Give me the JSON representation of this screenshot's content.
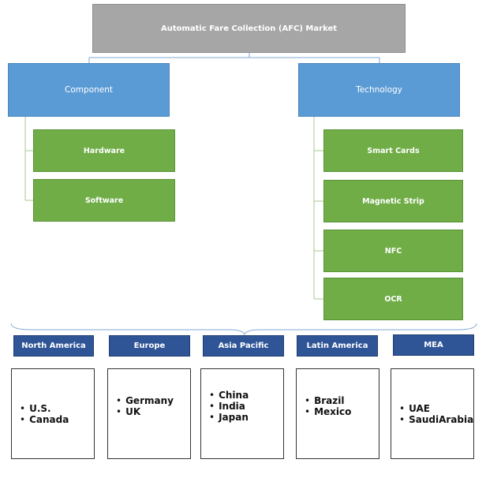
{
  "root": {
    "title": "Automatic Fare Collection (AFC) Market"
  },
  "segments": [
    {
      "label": "Component",
      "children": [
        "Hardware",
        "Software"
      ]
    },
    {
      "label": "Technology",
      "children": [
        "Smart Cards",
        "Magnetic Strip",
        "NFC",
        "OCR"
      ]
    }
  ],
  "regions": [
    {
      "label": "North America",
      "countries": [
        "U.S.",
        "Canada"
      ]
    },
    {
      "label": "Europe",
      "countries": [
        "Germany",
        "UK"
      ]
    },
    {
      "label": "Asia Pacific",
      "countries": [
        "China",
        "India",
        "Japan"
      ]
    },
    {
      "label": "Latin America",
      "countries": [
        "Brazil",
        "Mexico"
      ]
    },
    {
      "label": "MEA",
      "countries": [
        "UAE",
        "SaudiArabia"
      ]
    }
  ],
  "colors": {
    "root": "#a6a6a6",
    "category": "#5b9bd5",
    "subcategory": "#70ad47",
    "region": "#2f5597",
    "connector": "#7fa7d6"
  }
}
